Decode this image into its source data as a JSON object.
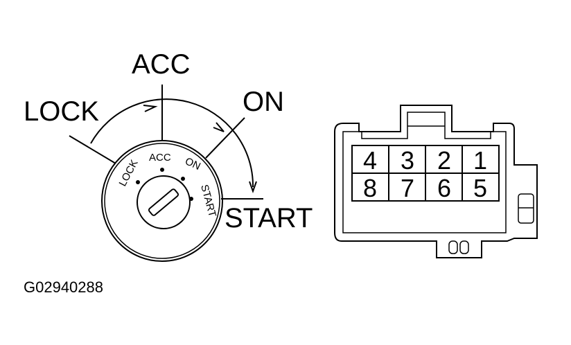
{
  "switch": {
    "labels": {
      "lock": "LOCK",
      "acc": "ACC",
      "on": "ON",
      "start": "START"
    },
    "face": {
      "lock": "LOCK",
      "acc": "ACC",
      "on": "ON",
      "start": "START"
    }
  },
  "connector": {
    "pins_top": [
      "4",
      "3",
      "2",
      "1"
    ],
    "pins_bottom": [
      "8",
      "7",
      "6",
      "5"
    ]
  },
  "figure_code": "G02940288"
}
